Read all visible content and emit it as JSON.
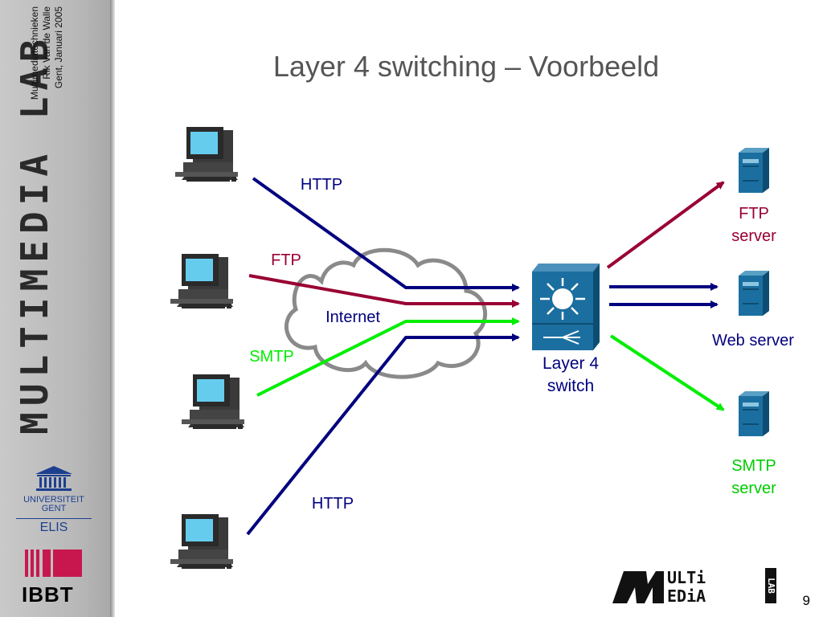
{
  "slide": {
    "title": "Layer 4 switching – Voorbeeld",
    "page_number": "9"
  },
  "sidebar": {
    "vertical_logo": "MULTIMEDIA LAB",
    "credits": [
      "Multimediatechnieken",
      "Rik Van de Walle",
      "Gent, Januari 2005"
    ],
    "university": [
      "UNIVERSITEIT",
      "GENT"
    ],
    "department": "ELIS",
    "institute": "IBBT"
  },
  "brand_logo": {
    "line1": "ULTi",
    "line2": "EDiA",
    "side": "LAB"
  },
  "diagram": {
    "cloud_label": "Internet",
    "switch_label": [
      "Layer 4",
      "switch"
    ],
    "connections": [
      {
        "label": "HTTP",
        "color": "#00007f"
      },
      {
        "label": "FTP",
        "color": "#990033"
      },
      {
        "label": "SMTP",
        "color": "#00ee00"
      },
      {
        "label": "HTTP",
        "color": "#00007f"
      }
    ],
    "servers": [
      {
        "label": [
          "FTP",
          "server"
        ],
        "color": "#990033"
      },
      {
        "label": [
          "Web server"
        ],
        "color": "#00007f"
      },
      {
        "label": [
          "SMTP",
          "server"
        ],
        "color": "#00cc00"
      }
    ]
  }
}
